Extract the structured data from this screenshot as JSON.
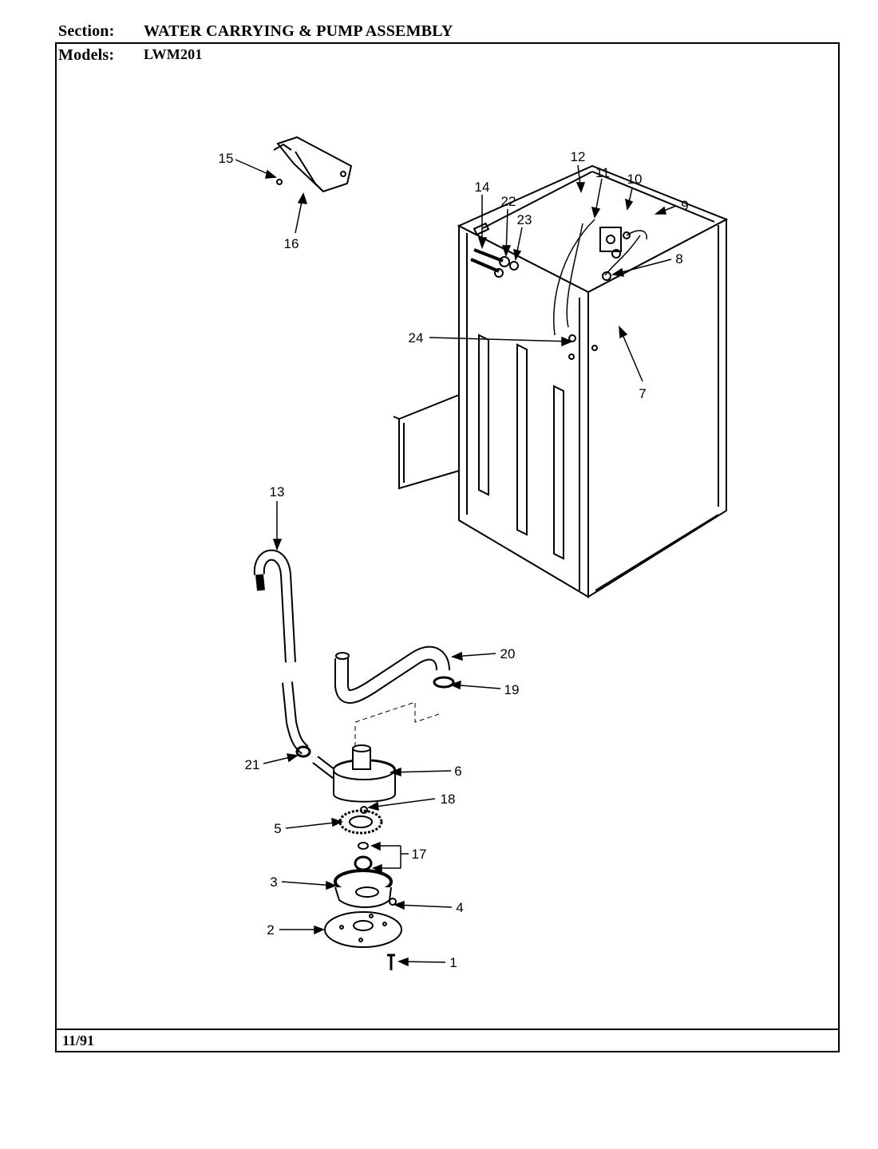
{
  "header": {
    "section_label": "Section:",
    "section_value": "WATER CARRYING & PUMP ASSEMBLY",
    "models_label": "Models:",
    "models_value": "LWM201"
  },
  "footer": {
    "date": "11/91"
  },
  "callouts": [
    "1",
    "2",
    "3",
    "4",
    "5",
    "6",
    "7",
    "8",
    "9",
    "10",
    "11",
    "12",
    "13",
    "14",
    "15",
    "16",
    "17",
    "18",
    "19",
    "20",
    "21",
    "22",
    "23",
    "24"
  ]
}
